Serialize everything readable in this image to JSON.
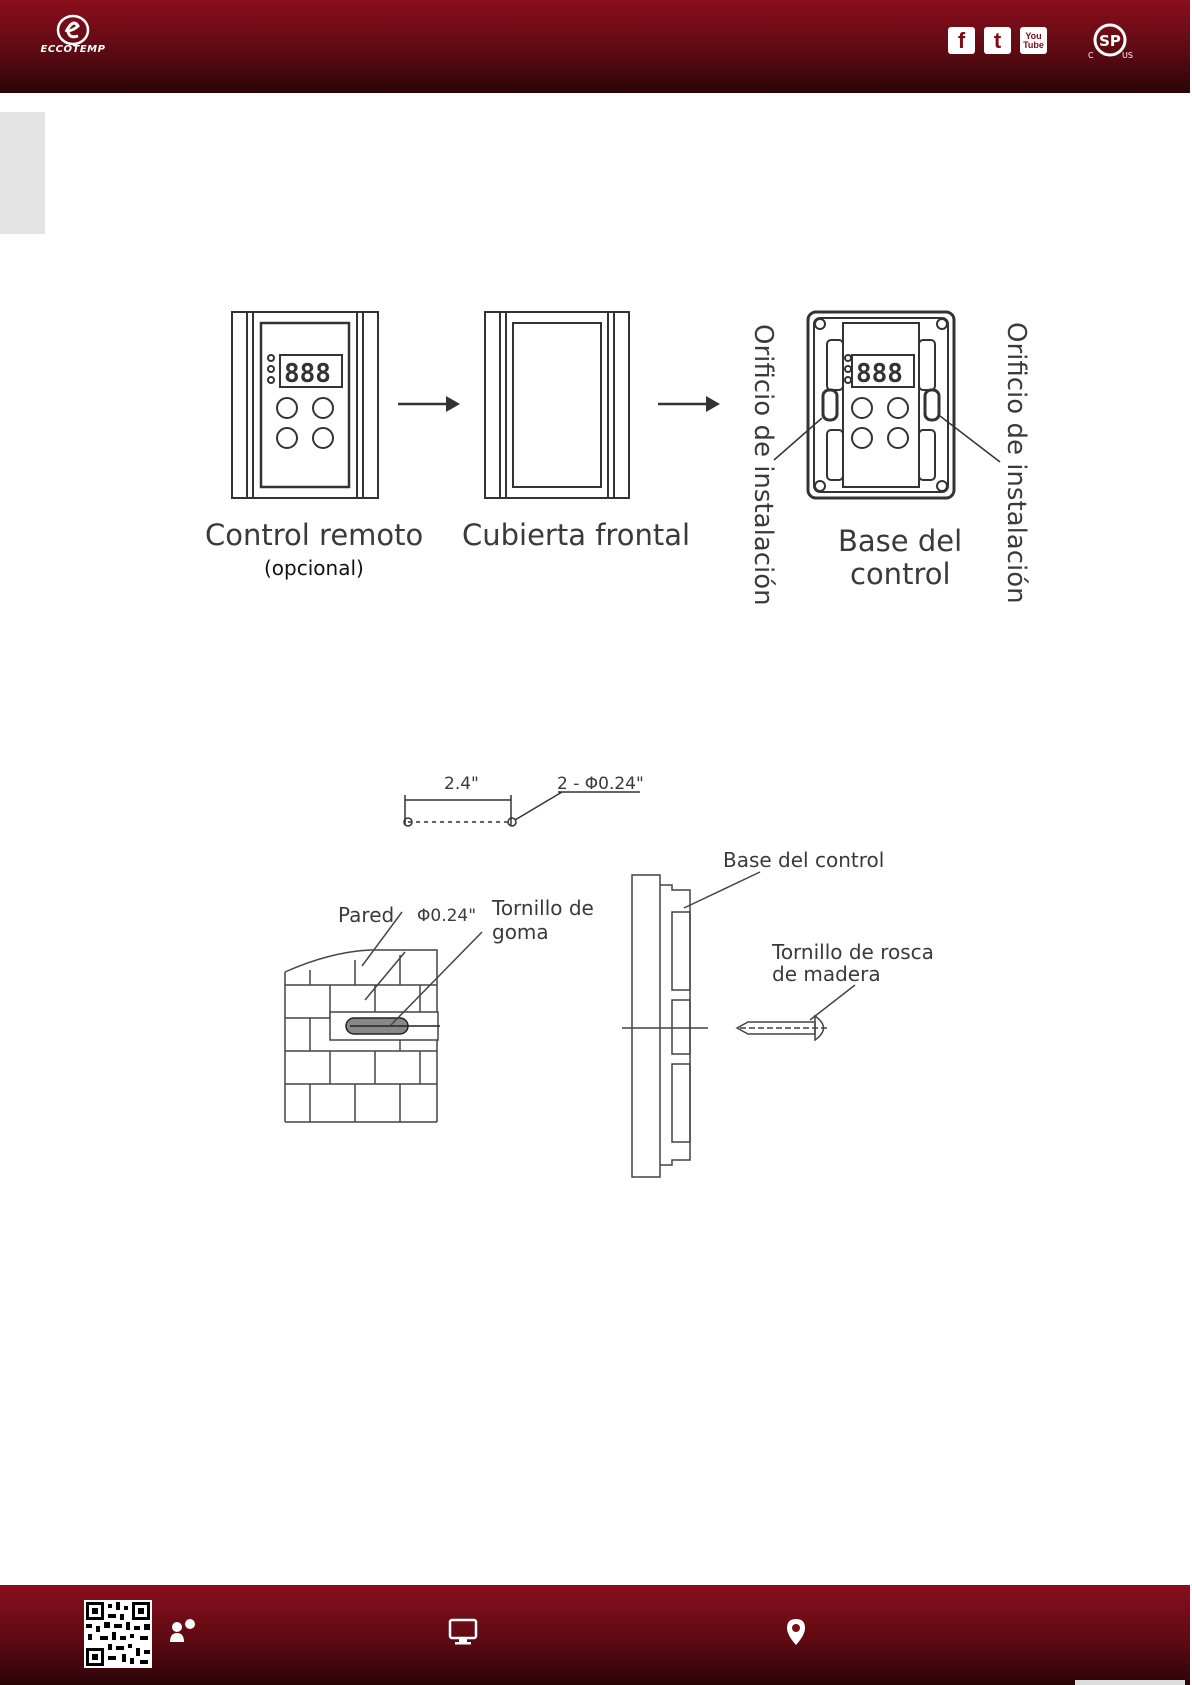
{
  "header": {
    "logo_text": "ECCOTEMP",
    "social_icons": [
      "facebook-icon",
      "twitter-icon",
      "youtube-icon"
    ],
    "facebook_glyph": "f",
    "twitter_glyph": "t",
    "youtube_top": "You",
    "youtube_bottom": "Tube",
    "certification": {
      "mark": "SP",
      "left": "C",
      "right": "US"
    },
    "colors": {
      "bar_top": "#8a0f1c",
      "bar_bottom": "#2a0508"
    }
  },
  "figure1": {
    "remote_label": "Control remoto",
    "remote_note": "(opcional)",
    "cover_label": "Cubierta frontal",
    "base_label_line1": "Base del",
    "base_label_line2": "control",
    "hole_label_left": "Orificio de instalación",
    "hole_label_right": "Orificio de instalación"
  },
  "figure2": {
    "spacing": "2.4\"",
    "holes": "2 - Φ0.24\"",
    "wall": "Pared",
    "diameter": "Φ0.24\"",
    "rubber_plug_line1": "Tornillo de",
    "rubber_plug_line2": "goma",
    "base_label": "Base del control",
    "wood_screw_line1": "Tornillo de rosca",
    "wood_screw_line2": "de madera"
  },
  "footer": {
    "icons": [
      "contact-icon",
      "monitor-icon",
      "location-pin-icon"
    ]
  }
}
